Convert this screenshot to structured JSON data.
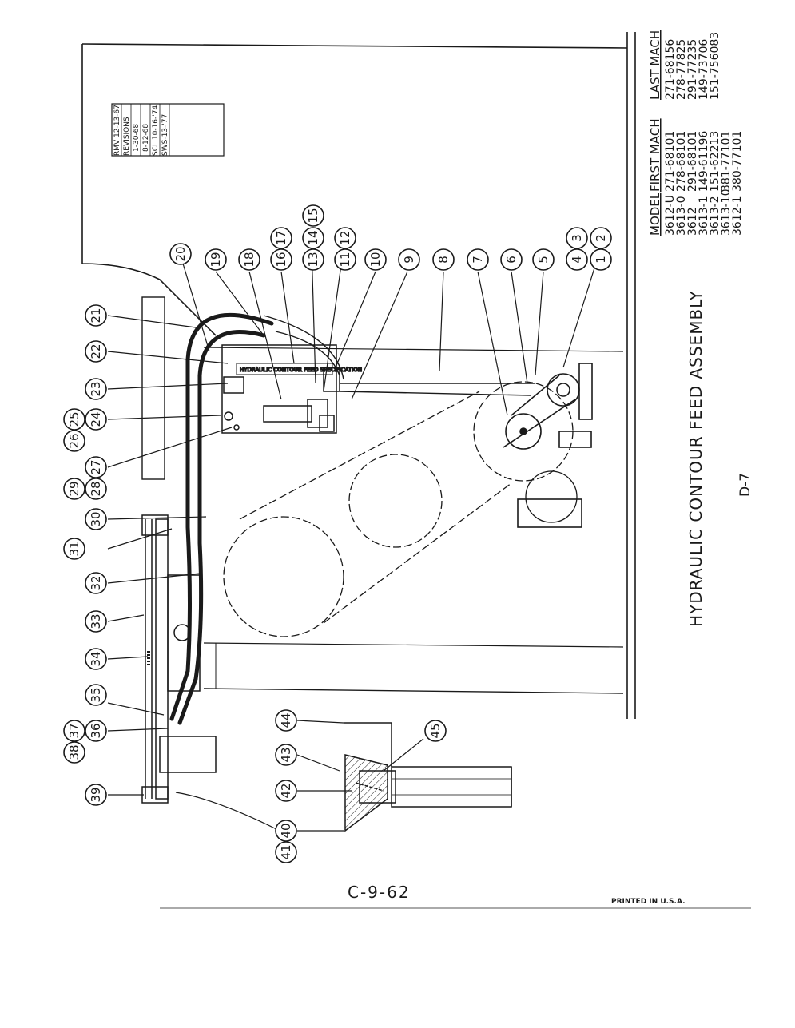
{
  "title": "HYDRAULIC CONTOUR FEED ASSEMBLY",
  "figure_number": "D-7",
  "page_code": "C-9-62",
  "printed": "PRINTED IN U.S.A.",
  "revisions": {
    "drawn": "RMV 12-13-67",
    "header": "REVISIONS",
    "entries": [
      "1-30-68",
      "8-12-68",
      "SCL 10-16-'74",
      "SWS-13-'77"
    ]
  },
  "model_table": {
    "headers": [
      "MODEL",
      "FIRST MACH",
      "LAST MACH"
    ],
    "rows": [
      [
        "3612-U",
        "271-68101",
        "271-68156"
      ],
      [
        "3613-0",
        "278-68101",
        "278-77825"
      ],
      [
        "3612",
        "291-68101",
        "291-77235"
      ],
      [
        "3613-1",
        "149-61196",
        "149-73706"
      ],
      [
        "3613-2",
        "151-62213",
        "151-756083"
      ],
      [
        "3613-10",
        "381-77101",
        ""
      ],
      [
        "3612-1",
        "380-77101",
        ""
      ]
    ]
  },
  "callouts": [
    "1",
    "2",
    "3",
    "4",
    "5",
    "6",
    "7",
    "8",
    "9",
    "10",
    "11",
    "12",
    "13",
    "14",
    "15",
    "16",
    "17",
    "18",
    "19",
    "20",
    "21",
    "22",
    "23",
    "24",
    "25",
    "26",
    "27",
    "28",
    "29",
    "30",
    "31",
    "32",
    "33",
    "34",
    "35",
    "36",
    "37",
    "38",
    "39",
    "40",
    "41",
    "42",
    "43",
    "44",
    "45"
  ],
  "nameplate_text": "HYDRAULIC CONTOUR FEED SPECIFICATION"
}
